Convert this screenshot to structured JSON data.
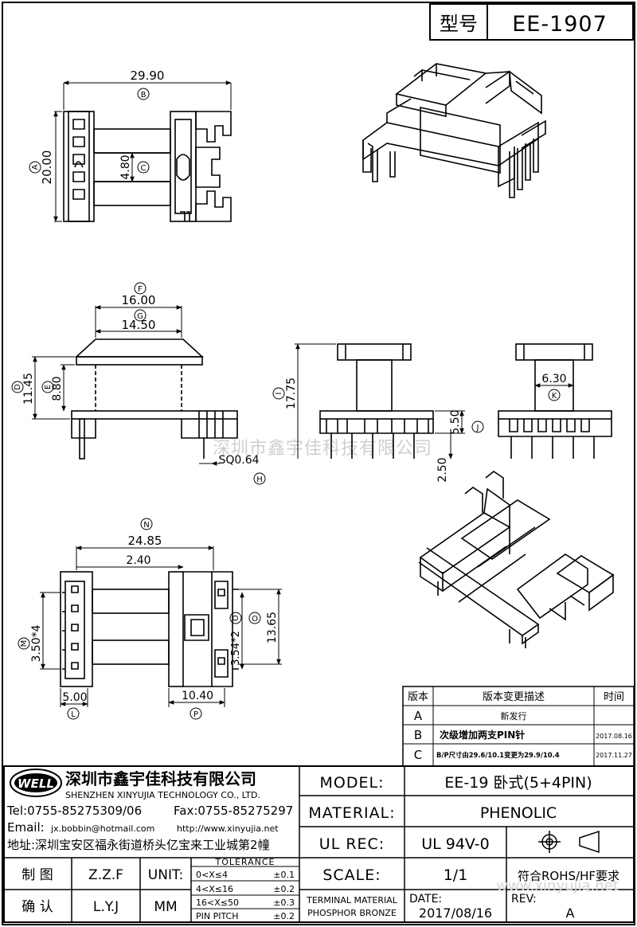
{
  "header": {
    "type_label": "型号",
    "model_code": "EE-1907"
  },
  "dims": {
    "A": "20.00",
    "B": "29.90",
    "C": "4.80",
    "D": "11.45",
    "E": "8.80",
    "F": "16.00",
    "G": "14.50",
    "H": "SQ0.64",
    "I": "17.75",
    "J": "5.50",
    "J2": "2.50",
    "K": "6.30",
    "N": "24.85",
    "N2": "2.40",
    "M": "3.50*4",
    "O": "13.65",
    "O2": "3.54*2",
    "L": "5.00",
    "P": "10.40"
  },
  "dim_letters": {
    "A": "A",
    "B": "B",
    "C": "C",
    "D": "D",
    "E": "E",
    "F": "F",
    "G": "G",
    "H": "H",
    "I": "I",
    "J": "J",
    "K": "K",
    "L": "L",
    "M": "M",
    "N": "N",
    "O": "O",
    "P": "P"
  },
  "watermark": "深圳市鑫宇佳科技有限公司",
  "watermark_url": "www.xinyujia.net",
  "revision": {
    "headers": {
      "rev": "版本",
      "desc": "版本变更描述",
      "time": "时间"
    },
    "rows": [
      {
        "rev": "A",
        "desc": "新发行",
        "time": ""
      },
      {
        "rev": "B",
        "desc": "次级增加两支PIN针",
        "time": "2017.08.16"
      },
      {
        "rev": "C",
        "desc": "B/P尺寸由29.6/10.1变更为29.9/10.4",
        "time": "2017.11.27"
      }
    ]
  },
  "company": {
    "logo_text": "WELL",
    "name_cn": "深圳市鑫宇佳科技有限公司",
    "name_en": "SHENZHEN XINYUJIA TECHNOLOGY CO., LTD.",
    "tel": "Tel:0755-85275309/06",
    "fax": "Fax:0755-85275297",
    "email": "Email:",
    "email_value": "jx.bobbin@hotmail.com",
    "web": "http://www.xinyujia.net",
    "address": "地址:深圳宝安区福永街道桥头亿宝来工业城第2幢"
  },
  "title_block": {
    "model_label": "MODEL:",
    "model_value": "EE-19 卧式(5+4PIN)",
    "material_label": "MATERIAL:",
    "material_value": "PHENOLIC",
    "ulrec_label": "UL REC:",
    "ulrec_value": "UL 94V-0",
    "scale_label": "SCALE:",
    "scale_value": "1/1",
    "rohs": "符合ROHS/HF要求",
    "terminal_label_1": "TERMINAL MATERIAL",
    "terminal_label_2": "PHOSPHOR BRONZE",
    "date_label": "DATE:",
    "date_value": "2017/08/16",
    "rev_label": "REV:",
    "rev_value": "A",
    "draw_label": "制  图",
    "draw_value": "Z.Z.F",
    "check_label": "确  认",
    "check_value": "L.Y.J",
    "unit_label": "UNIT:",
    "unit_value": "MM",
    "tolerance_title": "TOLERANCE",
    "tolerance_rows": [
      {
        "range": "0<X≤4",
        "tol": "±0.1"
      },
      {
        "range": "4<X≤16",
        "tol": "±0.2"
      },
      {
        "range": "16<X≤50",
        "tol": "±0.3"
      },
      {
        "range": "PIN PITCH",
        "tol": "±0.2"
      }
    ]
  }
}
